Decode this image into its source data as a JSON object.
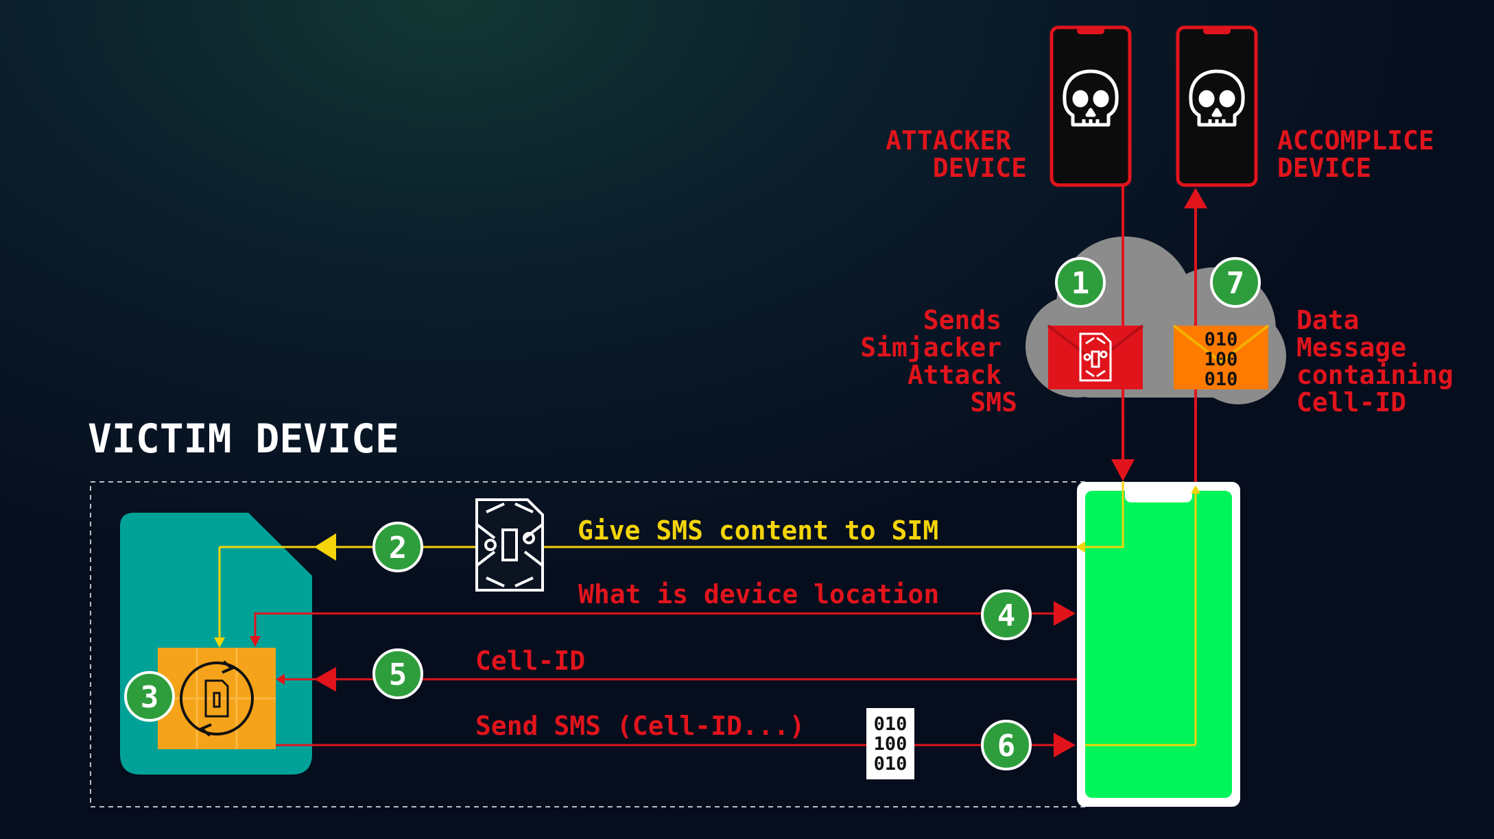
{
  "victim_title": "VICTIM DEVICE",
  "attacker_label": [
    "ATTACKER",
    "DEVICE"
  ],
  "accomplice_label": [
    "ACCOMPLICE",
    "DEVICE"
  ],
  "sends_label": [
    "Sends",
    "Simjacker",
    "Attack",
    "SMS"
  ],
  "data_label": [
    "Data",
    "Message",
    "containing",
    "Cell-ID"
  ],
  "steps": [
    "1",
    "2",
    "3",
    "4",
    "5",
    "6",
    "7"
  ],
  "flows": {
    "give_sms": "Give SMS content to SIM",
    "what_location": "What is device location",
    "cell_id": "Cell-ID",
    "send_sms": "Send SMS (Cell-ID...)"
  },
  "binary_payload": [
    "010",
    "100",
    "010"
  ],
  "colors": {
    "red": "#e1141c",
    "yellow": "#f4d40a",
    "green_badge": "#2e9e3c",
    "phone_screen": "#00f55a",
    "sim_card": "#00a297",
    "sim_chip": "#f5a31a",
    "cloud": "#8c8c8c",
    "orange_envelope": "#ff7a00"
  }
}
